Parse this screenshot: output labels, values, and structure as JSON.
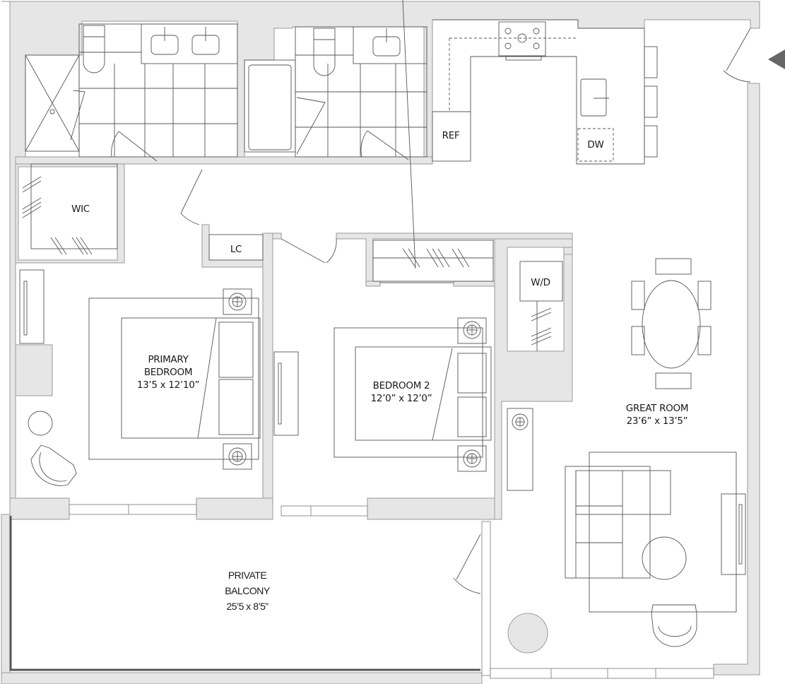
{
  "floorplan": {
    "colors": {
      "wall": "#e6e6e6",
      "wall_stroke": "#9a9a9a",
      "line": "#555555",
      "text": "#1a1a1a",
      "entry_arrow": "#666666",
      "ottoman": "#e6e6e6"
    },
    "rooms": {
      "primary_bedroom": {
        "name_line1": "PRIMARY",
        "name_line2": "BEDROOM",
        "dimensions": "13’5 x 12’10”"
      },
      "bedroom2": {
        "name": "BEDROOM 2",
        "dimensions": "12’0” x 12’0”"
      },
      "great_room": {
        "name": "GREAT ROOM",
        "dimensions": "23’6” x 13’5”"
      },
      "balcony": {
        "name_line1": "PRIVATE",
        "name_line2": "BALCONY",
        "dimensions": "25’5 x 8’5”"
      },
      "wic": {
        "name": "WIC"
      },
      "lc": {
        "name": "LC"
      },
      "wd": {
        "name": "W/D"
      }
    },
    "appliances": {
      "ref": "REF",
      "dw": "DW"
    },
    "entry_icon": "entry-arrow-icon"
  }
}
